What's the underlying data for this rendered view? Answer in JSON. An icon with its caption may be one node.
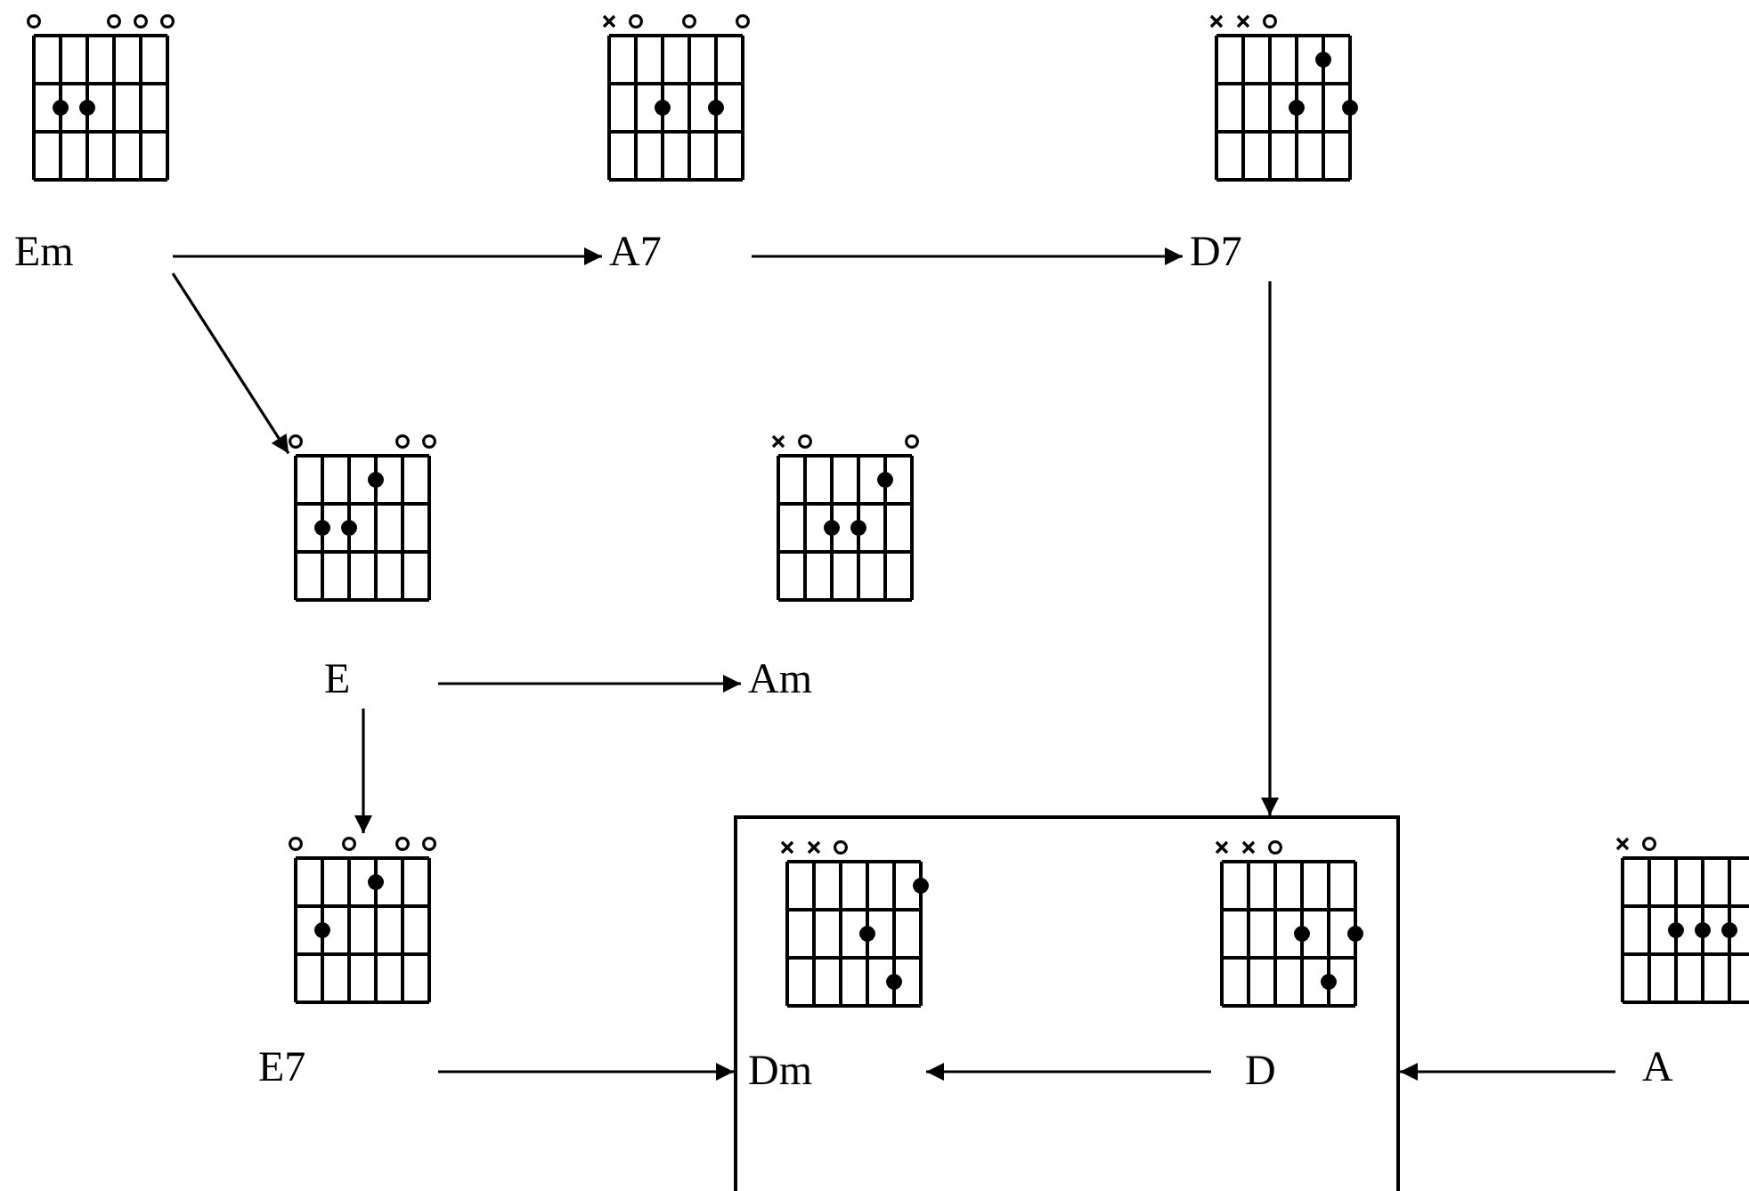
{
  "diagram": {
    "nodes": [
      {
        "text": [
          "Em"
        ]
      },
      {
        "text": [
          "A7"
        ]
      },
      {
        "text": [
          "D7"
        ]
      },
      {
        "text": [
          "E"
        ]
      },
      {
        "text": [
          "Am"
        ]
      },
      {
        "text": [
          "E7"
        ]
      },
      {
        "text": [],
        "shape": "box"
      },
      {
        "text": [
          "Dm"
        ],
        "in": 6
      },
      {
        "text": [
          "D"
        ],
        "in": 6
      },
      {
        "text": [
          "A"
        ]
      }
    ],
    "edges": [
      {
        "from": 0,
        "to": 1,
        "arrow": "to"
      },
      {
        "from": 1,
        "to": 2,
        "arrow": "to"
      },
      {
        "from": 0,
        "to": 3,
        "arrow": "to"
      },
      {
        "from": 2,
        "to": 6,
        "arrow": "to"
      },
      {
        "from": 3,
        "to": 4,
        "arrow": "to"
      },
      {
        "from": 3,
        "to": 5,
        "arrow": "to"
      },
      {
        "from": 5,
        "to": 6,
        "arrow": "to"
      },
      {
        "from": 8,
        "to": 7,
        "arrow": "to"
      },
      {
        "from": 9,
        "to": 6,
        "arrow": "to"
      }
    ]
  }
}
